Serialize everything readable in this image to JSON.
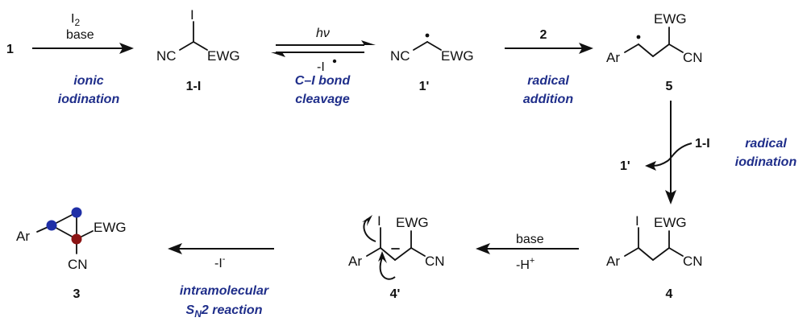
{
  "compounds": {
    "start": "1",
    "iodide": "1-I",
    "radical": "1'",
    "adduct": "5",
    "iodinated": "4",
    "anion": "4'",
    "product": "3",
    "reagent_2": "2",
    "regenerated_radical": "1'",
    "reagent_iodide": "1-I"
  },
  "atoms": {
    "nc": "NC",
    "ewg": "EWG",
    "iodine": "I",
    "ar": "Ar",
    "cn": "CN"
  },
  "conditions": {
    "step1_top": "I",
    "step1_top_sub": "2",
    "step1_bottom": "base",
    "step2_forward": "hν",
    "step2_reverse": "-I",
    "step5_top": "base",
    "step5_bottom": "-H",
    "step5_bottom_sup": "+",
    "step6": "-I",
    "step6_sup": "-"
  },
  "notes": {
    "ionic_1": "ionic",
    "ionic_2": "iodination",
    "cleavage_1": "C–I bond",
    "cleavage_2": "cleavage",
    "addition_1": "radical",
    "addition_2": "addition",
    "radical_iod_1": "radical",
    "radical_iod_2": "iodination",
    "sn2_1": "intramolecular",
    "sn2_2_base": "S",
    "sn2_2_sub": "N",
    "sn2_2_rest": "2 reaction"
  },
  "colors": {
    "note_text": "#1f2e8a",
    "atom_blue": "#1f2fa6",
    "atom_red": "#8b1414"
  }
}
